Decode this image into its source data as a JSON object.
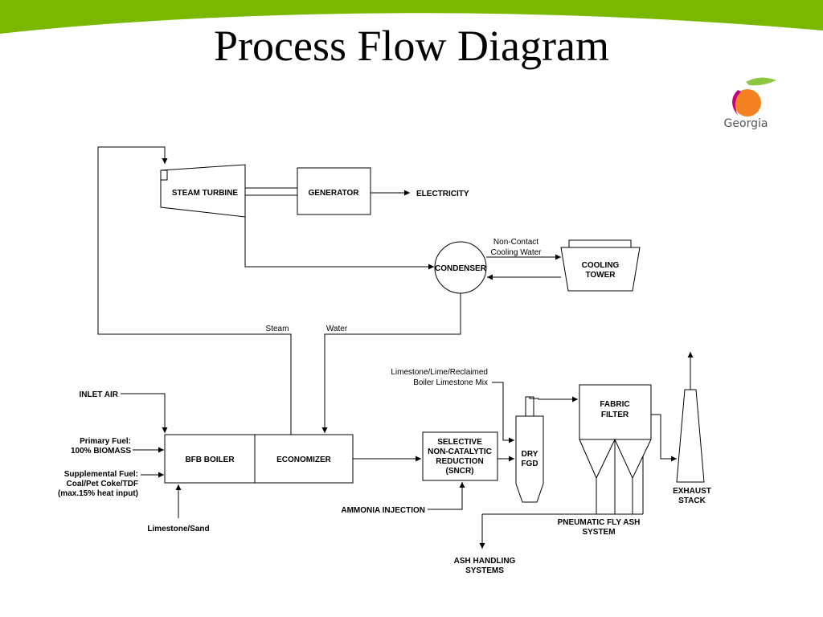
{
  "slide": {
    "title": "Process Flow Diagram",
    "logo_text": "Georgia",
    "banner_color": "#7ab800",
    "logo_colors": {
      "peach": "#f58220",
      "leaf": "#8dc63f",
      "swoosh": "#c4007a"
    }
  },
  "diagram": {
    "steam_turbine": "STEAM TURBINE",
    "generator": "GENERATOR",
    "electricity": "ELECTRICITY",
    "non_contact_cooling_water": [
      "Non-Contact",
      "Cooling Water"
    ],
    "condenser": "CONDENSER",
    "cooling_tower": [
      "COOLING",
      "TOWER"
    ],
    "steam": "Steam",
    "water": "Water",
    "limestone_mix": [
      "Limestone/Lime/Reclaimed",
      "Boiler Limestone Mix"
    ],
    "inlet_air": "INLET AIR",
    "primary_fuel": [
      "Primary Fuel:",
      "100% BIOMASS"
    ],
    "supplemental_fuel": [
      "Supplemental Fuel:",
      "Coal/Pet Coke/TDF",
      "(max.15% heat input)"
    ],
    "bfb_boiler": "BFB BOILER",
    "economizer": "ECONOMIZER",
    "sncr": [
      "SELECTIVE",
      "NON-CATALYTIC",
      "REDUCTION",
      "(SNCR)"
    ],
    "dry_fgd": [
      "DRY",
      "FGD"
    ],
    "fabric_filter": [
      "FABRIC",
      "FILTER"
    ],
    "exhaust_stack": [
      "EXHAUST",
      "STACK"
    ],
    "pneumatic_fly_ash": [
      "PNEUMATIC FLY ASH",
      "SYSTEM"
    ],
    "ammonia_injection": "AMMONIA INJECTION",
    "limestone_sand": "Limestone/Sand",
    "ash_handling": [
      "ASH HANDLING",
      "SYSTEMS"
    ]
  }
}
